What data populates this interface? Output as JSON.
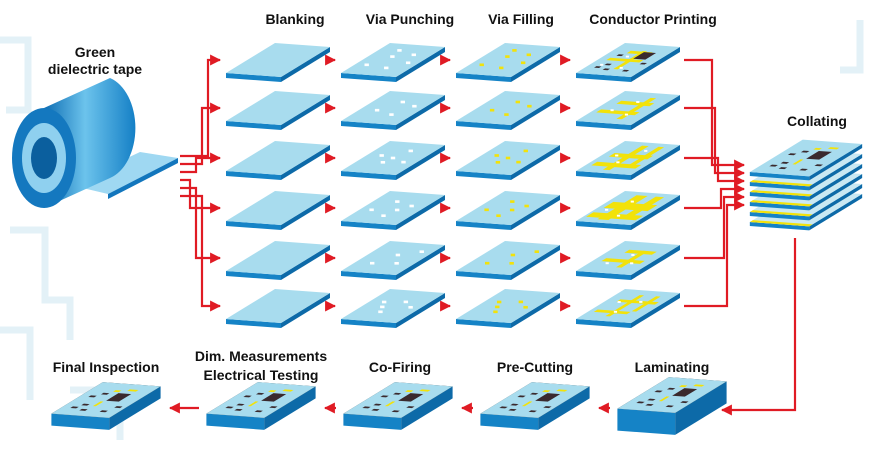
{
  "source": {
    "line1": "Green",
    "line2": "dielectric tape"
  },
  "stages": {
    "blanking": "Blanking",
    "via_punching": "Via Punching",
    "via_filling": "Via Filling",
    "conductor_printing": "Conductor Printing",
    "collating": "Collating",
    "laminating": "Laminating",
    "pre_cutting": "Pre-Cutting",
    "co_firing": "Co-Firing",
    "dim_line1": "Dim. Measurements",
    "dim_line2": "Electrical Testing",
    "final_inspection": "Final Inspection"
  },
  "colors": {
    "sheet_top": "#a8dcee",
    "sheet_edge": "#1583c6",
    "tape_light": "#9fd8f2",
    "tape_dark": "#1276bd",
    "arrow": "#e01b24",
    "conductor": "#f2e20a",
    "chip": "#3a2a2e",
    "background_decor": "#e6f3f8"
  }
}
